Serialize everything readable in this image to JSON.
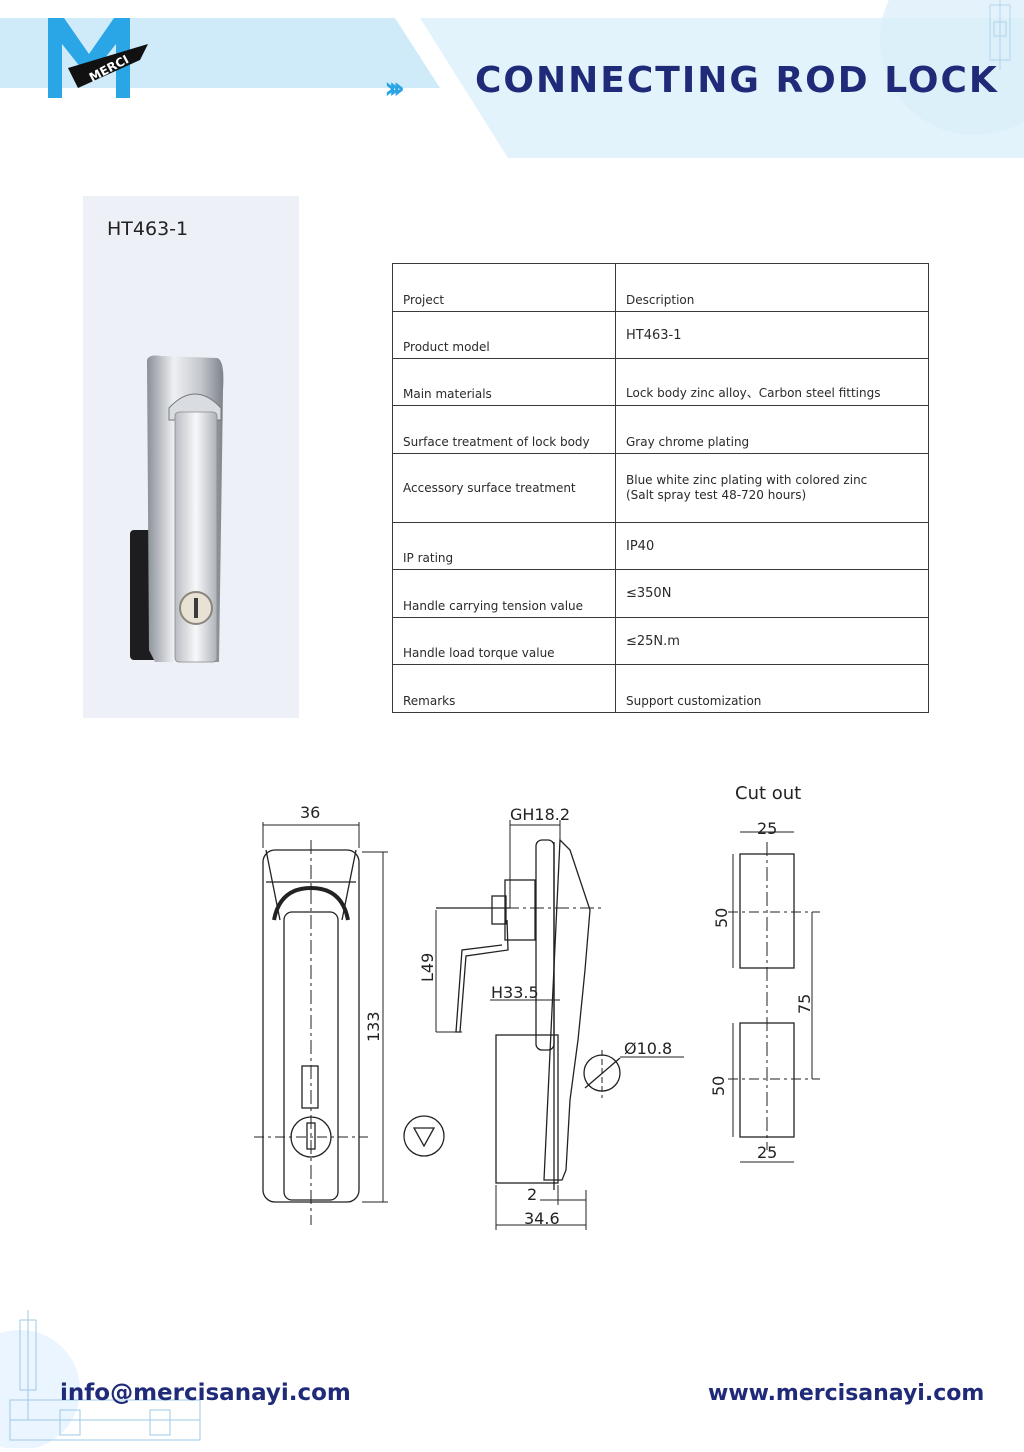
{
  "header": {
    "brand": "MERCI",
    "title": "CONNECTING ROD LOCK",
    "colors": {
      "navy": "#1f2a78",
      "accent": "#2aa6e6",
      "band": "#cfeaf9"
    }
  },
  "product": {
    "model_label": "HT463-1"
  },
  "spec_table": {
    "header": {
      "project": "Project",
      "description": "Description"
    },
    "rows": [
      {
        "project": "Product model",
        "description": "HT463-1"
      },
      {
        "project": "Main materials",
        "description": "Lock body zinc alloy、Carbon steel fittings"
      },
      {
        "project": "Surface treatment of lock body",
        "description": "Gray chrome plating"
      },
      {
        "project": "Accessory surface treatment",
        "description_line1": "Blue white zinc plating with colored zinc",
        "description_line2": "(Salt spray test 48-720 hours)"
      },
      {
        "project": "IP rating",
        "description": "IP40"
      },
      {
        "project": "Handle carrying tension value",
        "description": "≤350N"
      },
      {
        "project": "Handle load torque value",
        "description": "≤25N.m"
      },
      {
        "project": "Remarks",
        "description": "Support customization"
      }
    ]
  },
  "drawing": {
    "cutout_title": "Cut out",
    "dims": {
      "width_front": "36",
      "height_front": "133",
      "gh": "GH18.2",
      "l": "L49",
      "h": "H33.5",
      "dia": "Ø10.8",
      "small": "2",
      "depth": "34.6",
      "cut_w_top": "25",
      "cut_h_top": "50",
      "cut_span": "75",
      "cut_h_bottom": "50",
      "cut_w_bottom": "25"
    }
  },
  "footer": {
    "email": "info@mercisanayi.com",
    "website": "www.mercisanayi.com"
  }
}
